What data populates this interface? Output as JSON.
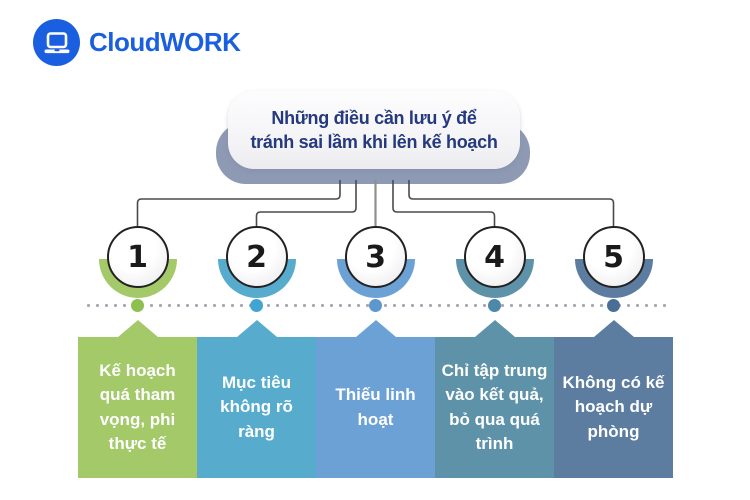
{
  "brand": {
    "name": "CloudWORK",
    "color": "#1a5fe0",
    "logo_icon": "laptop-icon"
  },
  "title": {
    "line1": "Những điều cần lưu ý để",
    "line2": "tránh sai lầm khi lên kế hoạch",
    "text_color": "#24397e",
    "card_color": "#f5f5f7",
    "shadow_color": "#8e9ab4"
  },
  "connectors": {
    "line_color": "#4a4a4a",
    "center_line_color": "#8f8f8f",
    "dotted_line_color": "#a6aab0"
  },
  "items": [
    {
      "number": "1",
      "label": "Kế hoạch quá tham vọng, phi thực tế",
      "color": "#a3c968",
      "dot_color": "#8dc04f"
    },
    {
      "number": "2",
      "label": "Mục tiêu không rõ ràng",
      "color": "#57acce",
      "dot_color": "#41a5d4"
    },
    {
      "number": "3",
      "label": "Thiếu linh hoạt",
      "color": "#6ba1d5",
      "dot_color": "#5e97cd"
    },
    {
      "number": "4",
      "label": "Chỉ tập trung vào kết quả, bỏ qua quá trình",
      "color": "#5e92a9",
      "dot_color": "#4c88a8"
    },
    {
      "number": "5",
      "label": "Không có kế hoạch dự phòng",
      "color": "#5c7ca0",
      "dot_color": "#4a6f96"
    }
  ]
}
